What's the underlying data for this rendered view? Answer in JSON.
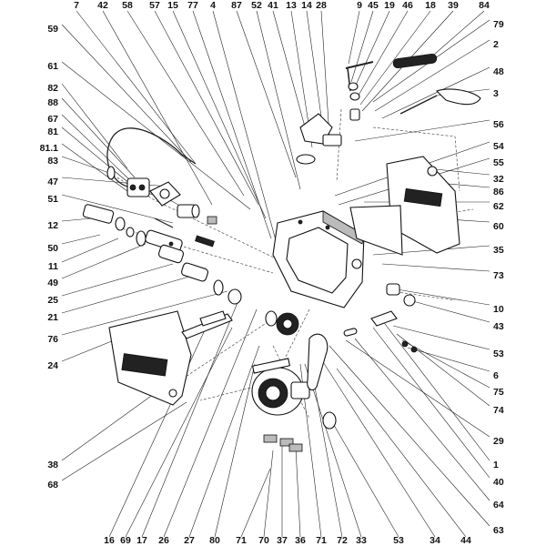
{
  "diagram": {
    "top_labels": [
      "7",
      "42",
      "58",
      "57",
      "15",
      "77",
      "4",
      "87",
      "52",
      "41",
      "13",
      "14",
      "28",
      "9",
      "45",
      "19",
      "46",
      "18",
      "39",
      "84"
    ],
    "left_labels": [
      "59",
      "61",
      "82",
      "88",
      "67",
      "81",
      "81.1",
      "83",
      "47",
      "51",
      "12",
      "50",
      "11",
      "49",
      "25",
      "21",
      "76",
      "24",
      "38",
      "68"
    ],
    "right_labels": [
      "79",
      "2",
      "48",
      "3",
      "56",
      "54",
      "55",
      "32",
      "86",
      "62",
      "60",
      "35",
      "73",
      "10",
      "43",
      "53",
      "6",
      "75",
      "74",
      "29",
      "1",
      "40",
      "64",
      "63"
    ],
    "bottom_labels": [
      "16",
      "69",
      "17",
      "26",
      "27",
      "80",
      "71",
      "70",
      "37",
      "36",
      "71",
      "72",
      "33",
      "53",
      "34",
      "44"
    ]
  }
}
